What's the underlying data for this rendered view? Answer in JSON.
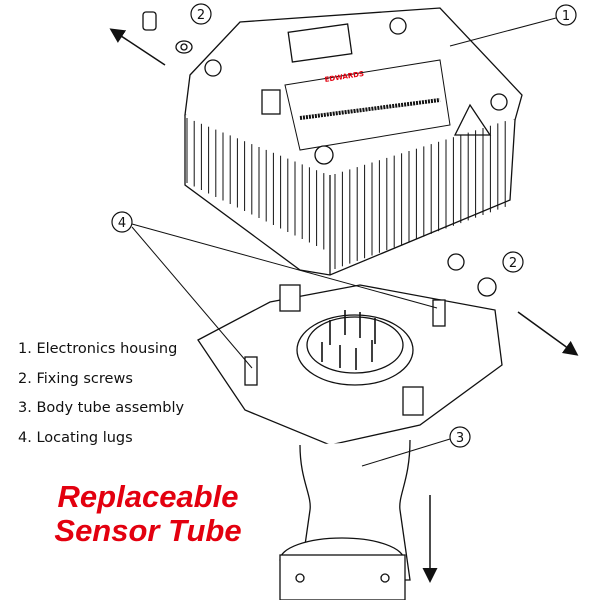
{
  "legend": [
    "1. Electronics housing",
    "2. Fixing screws",
    "3. Body tube assembly",
    "4. Locating lugs"
  ],
  "headline": {
    "line1": "Replaceable",
    "line2": "Sensor Tube",
    "color": "#e3000f"
  },
  "callouts": {
    "housing": "1",
    "screw_top": "2",
    "screw_bottom": "2",
    "tube": "3",
    "lugs": "4"
  },
  "label_brand": "EDWARDS"
}
